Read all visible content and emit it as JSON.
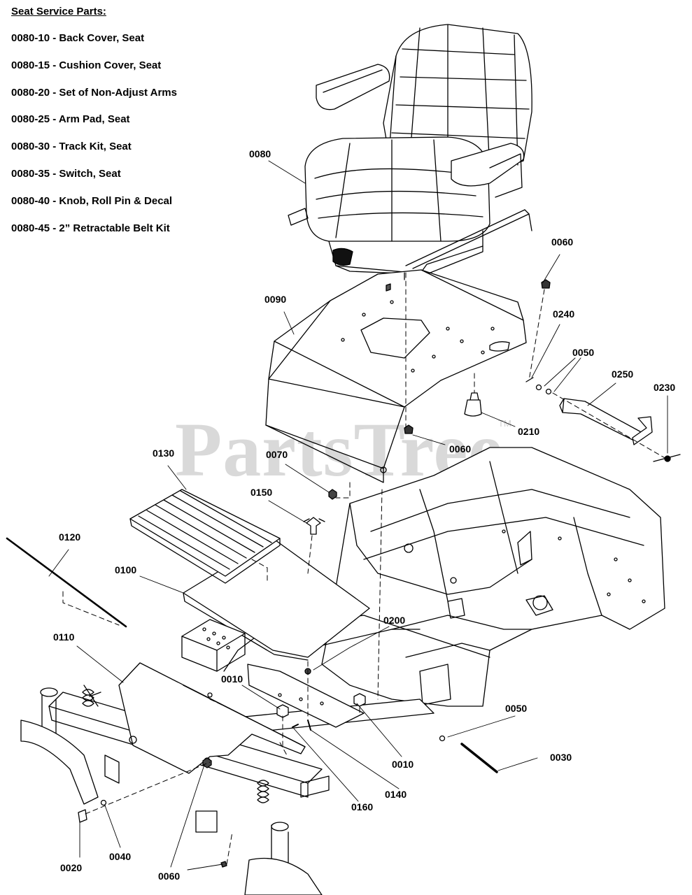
{
  "watermark": {
    "text": "PartsTree",
    "tm": "TM"
  },
  "legend": {
    "title": "Seat Service Parts:",
    "items": [
      "0080-10 - Back Cover, Seat",
      "0080-15 - Cushion Cover, Seat",
      "0080-20 - Set of Non-Adjust Arms",
      "0080-25 - Arm Pad, Seat",
      "0080-30 - Track Kit, Seat",
      "0080-35 - Switch, Seat",
      "0080-40 - Knob, Roll Pin & Decal",
      "0080-45 - 2” Retractable Belt Kit"
    ]
  },
  "callouts": {
    "p0080": "0080",
    "p0060_top": "0060",
    "p0090": "0090",
    "p0240": "0240",
    "p0050_top": "0050",
    "p0250": "0250",
    "p0230": "0230",
    "p0210": "0210",
    "p0060_mid": "0060",
    "p0130": "0130",
    "p0070": "0070",
    "p0150": "0150",
    "p0120": "0120",
    "p0100": "0100",
    "p0200": "0200",
    "p0110": "0110",
    "p0010_left": "0010",
    "p0050_bottom": "0050",
    "p0010_right": "0010",
    "p0030": "0030",
    "p0140": "0140",
    "p0160": "0160",
    "p0020": "0020",
    "p0040": "0040",
    "p0060_bottom": "0060"
  }
}
